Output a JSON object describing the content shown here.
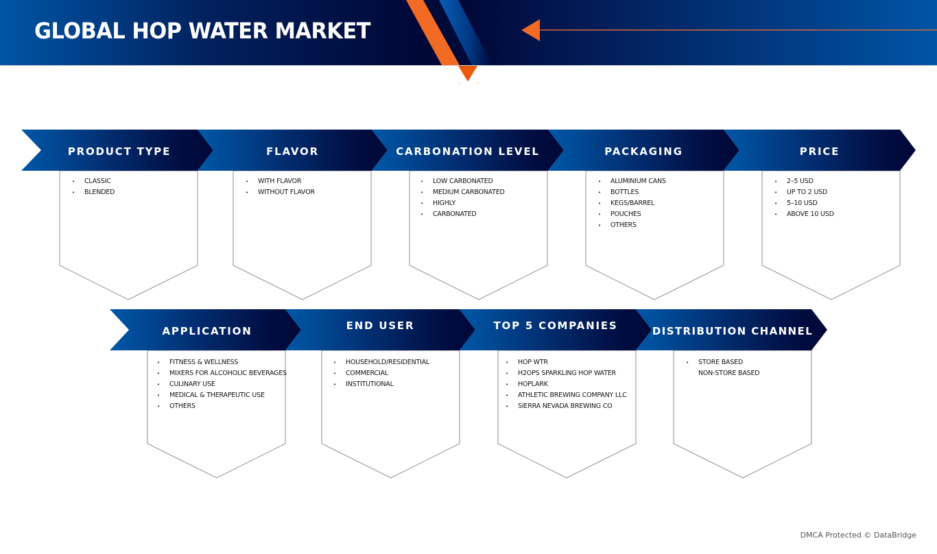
{
  "header": {
    "title": "GLOBAL HOP WATER MARKET"
  },
  "colors": {
    "brand_blue": "#0055a6",
    "brand_navy": "#000838",
    "accent_orange": "#f26b25",
    "card_border": "#8c8c8c"
  },
  "row1": [
    {
      "label": "PRODUCT TYPE",
      "items": [
        {
          "text": "CLASSIC",
          "bullet": true
        },
        {
          "text": "BLENDED",
          "bullet": true
        }
      ]
    },
    {
      "label": "FLAVOR",
      "items": [
        {
          "text": "WITH FLAVOR",
          "bullet": true
        },
        {
          "text": "WITHOUT FLAVOR",
          "bullet": true
        }
      ]
    },
    {
      "label": "CARBONATION LEVEL",
      "items": [
        {
          "text": "LOW CARBONATED",
          "bullet": true
        },
        {
          "text": "MEDIUM CARBONATED",
          "bullet": true
        },
        {
          "text": "HIGHLY",
          "bullet": true
        },
        {
          "text": "CARBONATED",
          "bullet": true
        }
      ]
    },
    {
      "label": "PACKAGING",
      "items": [
        {
          "text": "ALUMINIUM CANS",
          "bullet": true
        },
        {
          "text": "BOTTLES",
          "bullet": true
        },
        {
          "text": "KEGS/BARREL",
          "bullet": true
        },
        {
          "text": "POUCHES",
          "bullet": true
        },
        {
          "text": "OTHERS",
          "bullet": true
        }
      ]
    },
    {
      "label": "PRICE",
      "items": [
        {
          "text": "2–5 USD",
          "bullet": true
        },
        {
          "text": "UP TO 2 USD",
          "bullet": true
        },
        {
          "text": "5–10 USD",
          "bullet": true
        },
        {
          "text": "ABOVE 10 USD",
          "bullet": true
        }
      ]
    }
  ],
  "row2": [
    {
      "label": "APPLICATION",
      "items": [
        {
          "text": "FITNESS & WELLNESS",
          "bullet": true
        },
        {
          "text": "MIXERS FOR ALCOHOLIC BEVERAGES",
          "bullet": true
        },
        {
          "text": "CULINARY USE",
          "bullet": true
        },
        {
          "text": "MEDICAL & THERAPEUTIC USE",
          "bullet": true
        },
        {
          "text": "OTHERS",
          "bullet": true
        }
      ]
    },
    {
      "label": "END USER",
      "items": [
        {
          "text": "HOUSEHOLD/RESIDENTIAL",
          "bullet": true
        },
        {
          "text": "COMMERCIAL",
          "bullet": true
        },
        {
          "text": "INSTITUTIONAL",
          "bullet": true
        }
      ]
    },
    {
      "label": "TOP 5 COMPANIES",
      "items": [
        {
          "text": "HOP WTR",
          "bullet": true
        },
        {
          "text": "H2OPS SPARKLING HOP WATER",
          "bullet": true
        },
        {
          "text": "HOPLARK",
          "bullet": true
        },
        {
          "text": "ATHLETIC BREWING COMPANY LLC",
          "bullet": true
        },
        {
          "text": "SIERRA NEVADA BREWING CO",
          "bullet": true
        }
      ]
    },
    {
      "label": "DISTRIBUTION CHANNEL",
      "items": [
        {
          "text": "STORE BASED",
          "bullet": true
        },
        {
          "text": "NON-STORE BASED",
          "bullet": false
        }
      ]
    }
  ],
  "footer": {
    "text": "DMCA Protected © DataBridge"
  }
}
